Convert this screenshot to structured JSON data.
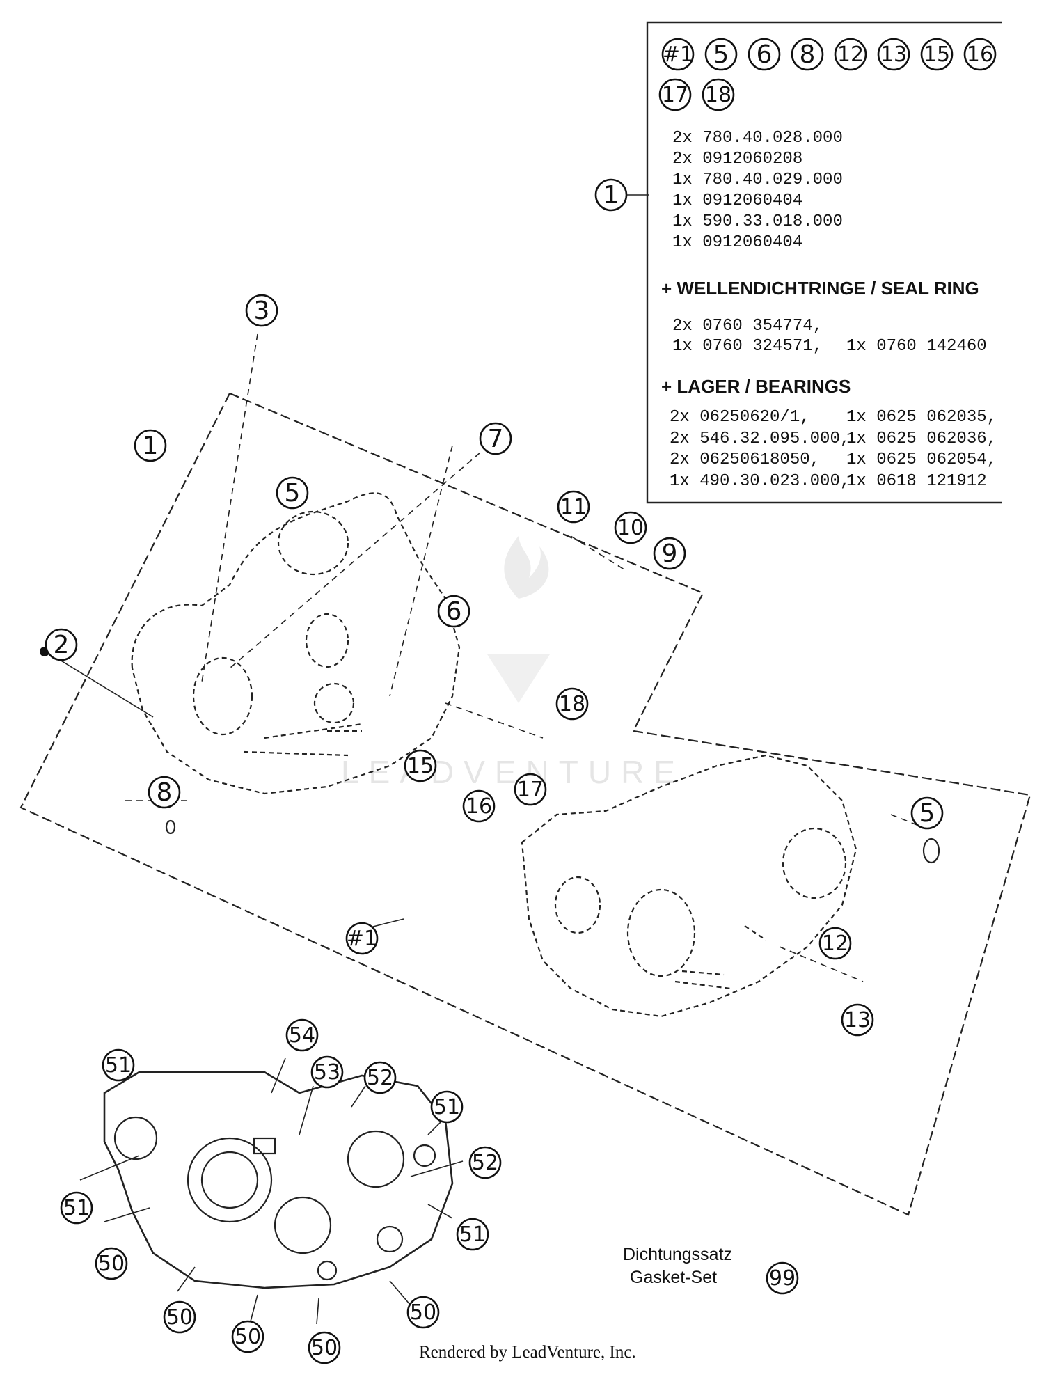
{
  "callouts": {
    "c1_top": "1",
    "c1_left": "1",
    "c2": "2",
    "c3": "3",
    "c5_a": "5",
    "c5_b": "5",
    "c6": "6",
    "c7": "7",
    "c8": "8",
    "c9": "9",
    "c10": "10",
    "c11": "11",
    "c12": "12",
    "c13": "13",
    "c15": "15",
    "c16": "16",
    "c17": "17",
    "c18": "18",
    "c_hash1": "#1",
    "c50_a": "50",
    "c50_b": "50",
    "c50_c": "50",
    "c50_d": "50",
    "c50_e": "50",
    "c51_a": "51",
    "c51_b": "51",
    "c51_c": "51",
    "c51_d": "51",
    "c52_a": "52",
    "c52_b": "52",
    "c53": "53",
    "c54": "54",
    "c99": "99"
  },
  "legend_box": {
    "symbols": [
      "#1",
      "5",
      "6",
      "8",
      "12",
      "13",
      "15",
      "16",
      "17",
      "18"
    ],
    "parts": [
      "2x 780.40.028.000",
      "2x 0912060208",
      "1x 780.40.029.000",
      "1x 0912060404",
      "1x 590.33.018.000",
      "1x 0912060404"
    ],
    "seal_heading": "+ WELLENDICHTRINGE /  SEAL RING",
    "seal_rows": [
      [
        "2x 0760 354774,",
        ""
      ],
      [
        "1x 0760 324571,",
        "1x 0760 142460"
      ]
    ],
    "bearing_heading": "+ LAGER / BEARINGS",
    "bearing_rows": [
      [
        "2x 06250620/1,",
        "1x 0625 062035,"
      ],
      [
        "2x 546.32.095.000,",
        "1x 0625 062036,"
      ],
      [
        "2x 06250618050,",
        "1x 0625 062054,"
      ],
      [
        "1x 490.30.023.000,",
        "1x 0618 121912"
      ]
    ]
  },
  "gasket": {
    "line1": "Dichtungssatz",
    "line2": "Gasket-Set"
  },
  "watermark": "LEADVENTURE",
  "footer": "Rendered by LeadVenture, Inc."
}
